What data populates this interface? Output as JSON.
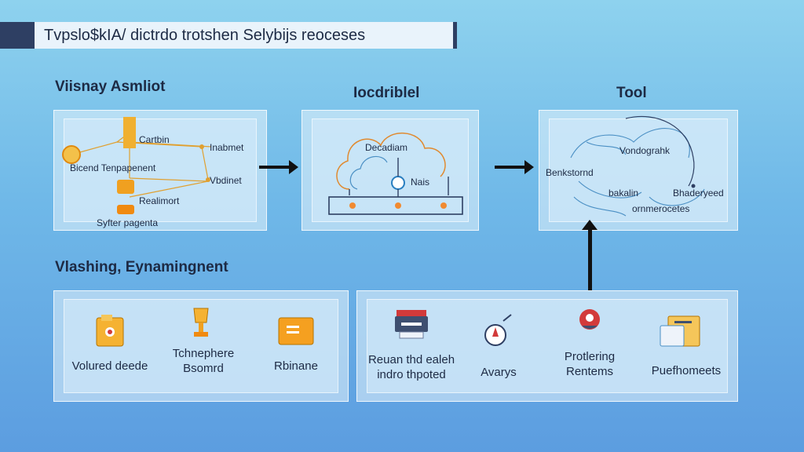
{
  "title": "Tvpslo$kIA/ dictrdo trotshen Selybijs reoceses",
  "top_sections": [
    {
      "heading": "Viisnay Asmliot"
    },
    {
      "heading": "Iocdriblel"
    },
    {
      "heading": "Tool"
    }
  ],
  "panel1": {
    "labels": [
      "Cartbin",
      "Bicend Tenpapenent",
      "Inabmet",
      "Vbdinet",
      "Realimort",
      "Syfter pagenta"
    ]
  },
  "panel2": {
    "labels": [
      "Decadiam",
      "Nais"
    ]
  },
  "panel3": {
    "labels": [
      "Vondograhk",
      "Benkstornd",
      "bakalin",
      "Bhaderyeed",
      "ornmerocetes"
    ]
  },
  "bottom_heading": "Vlashing, Eynamingnent",
  "bottom_left_items": [
    {
      "label": "Volured deede",
      "icon": "folder-eye-icon"
    },
    {
      "label": "Tchnephere\nBsomrd",
      "icon": "trophy-icon"
    },
    {
      "label": "Rbinane",
      "icon": "folder-list-icon"
    }
  ],
  "bottom_right_items": [
    {
      "label": "Reuan thd ealeh\nindro thpoted",
      "icon": "printer-icon"
    },
    {
      "label": "Avarys",
      "icon": "compass-icon"
    },
    {
      "label": "Protlering\nRentems",
      "icon": "person-badge-icon"
    },
    {
      "label": "Puefhomeets",
      "icon": "document-stack-icon"
    }
  ],
  "colors": {
    "dark": "#2e3f63",
    "accent_orange": "#f0a020",
    "accent_red": "#d23a3a"
  }
}
